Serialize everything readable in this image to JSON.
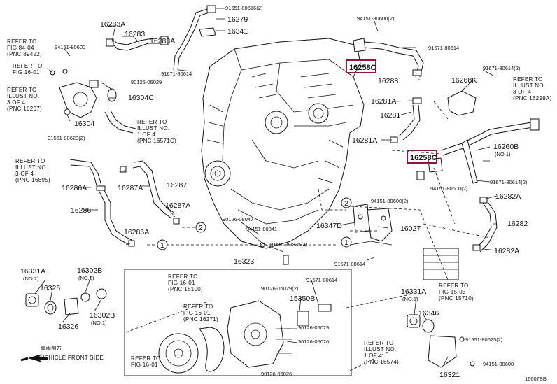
{
  "highlight_color": "#8b1a3a",
  "labels": {
    "p91551_80616": "91551-80616(2)",
    "p16279": "16279",
    "p16341": "16341",
    "p16283a_top": "16283A",
    "p16283": "16283",
    "p16283a_mid": "16283A",
    "p94151_80600_top": "94151-80600(2)",
    "p91671_80614_top": "91671-80614",
    "p16258c_top": "16258C",
    "p16288": "16288",
    "p16281a_top": "16281A",
    "p16281": "16281",
    "p16281a_bottom": "16281A",
    "p91671_80614_right": "91671-80614(2)",
    "p16268k": "16268K",
    "p16258c_mid": "16258C",
    "p16260b": "16260B",
    "p16260b_qty": "(NO.1)",
    "p94151_80600_mid": "94151-80600(2)",
    "p91671_80614_right2": "91671-80614(2)",
    "p16282a_top": "16282A",
    "p16282": "16282",
    "p16282a_bottom": "16282A",
    "p91671_80614_mid": "91671-80614",
    "p90126_06029_top": "90126-06029",
    "p16304c": "16304C",
    "p94151_80600_left": "94151-80600",
    "p16304": "16304",
    "p91551_80620": "91551-80620(2)",
    "p16286a_top": "16286A",
    "p16287a_left": "16287A",
    "p16287": "16287",
    "p16287a_bottom": "16287A",
    "p16286": "16286",
    "p16286a_bottom": "16286A",
    "p90126_08047": "90126-08047",
    "p94151_80841": "94151-80841",
    "p91551_80835": "91551-80835(4)",
    "p16347d": "16347D",
    "p16027": "16027",
    "p94151_80600_low": "94151-80600(2)",
    "p91671_80614_low": "91671-80614",
    "p16323": "16323",
    "p90126_06029_box": "90126-06029(2)",
    "p91671_80614_box": "91671-80614",
    "p15350b": "15350B",
    "p90126_06029_box2": "90126-06029",
    "p90126_06026": "90126-06026",
    "p90126_06026_b": "90126-06026",
    "p16331a_left": "16331A",
    "p16331a_left_qty": "(NO.2)",
    "p16325": "16325",
    "p16326": "16326",
    "p16302b_top": "16302B",
    "p16302b_top_qty": "(NO.2)",
    "p16302b_bot": "16302B",
    "p16302b_bot_qty": "(NO.1)",
    "p16331a_right": "16331A",
    "p16331a_right_qty": "(NO.1)",
    "p16346": "16346",
    "p91551_80625": "91551-80625(2)",
    "p94151_80600_right": "94151-80600",
    "p16321": "16321",
    "figure_id": "16607BB"
  },
  "refs": {
    "fig84_04": [
      "REFER TO",
      "FIG 84-04",
      "(PNC 89422)"
    ],
    "fig16_01_top": [
      "REFER TO",
      "FIG 16-01"
    ],
    "illust_16267": [
      "REFER TO",
      "ILLUST NO.",
      "3 OF 4",
      "(PNC 16267)"
    ],
    "illust_16571c": [
      "REFER TO",
      "ILLUST NO.",
      "1 OF 4",
      "(PNC 16571C)"
    ],
    "illust_16895": [
      "REFER TO",
      "ILLUST NO.",
      "3 OF 4",
      "(PNC 16895)"
    ],
    "illust_16299a": [
      "REFER TO",
      "ILLUST NO.",
      "3 OF 4",
      "(PNC 16299A)"
    ],
    "fig15_03": [
      "REFER TO",
      "FIG 15-03",
      "(PNC 15710)"
    ],
    "fig16_01_a": [
      "REFER TO",
      "FIG 16-01",
      "(PNC 16100)"
    ],
    "fig16_01_b": [
      "REFER TO",
      "FIG 16-01",
      "(PNC 16271)"
    ],
    "fig16_01_c": [
      "REFER TO",
      "FIG 16-01"
    ],
    "illust_16574": [
      "REFER TO",
      "ILLUST NO.",
      "1 OF 4",
      "(PNC 16574)"
    ]
  },
  "markers": {
    "one": "1",
    "two": "2"
  },
  "vehicle_front": {
    "jp": "車両前方",
    "en": "VEHICLE FRONT SIDE"
  }
}
